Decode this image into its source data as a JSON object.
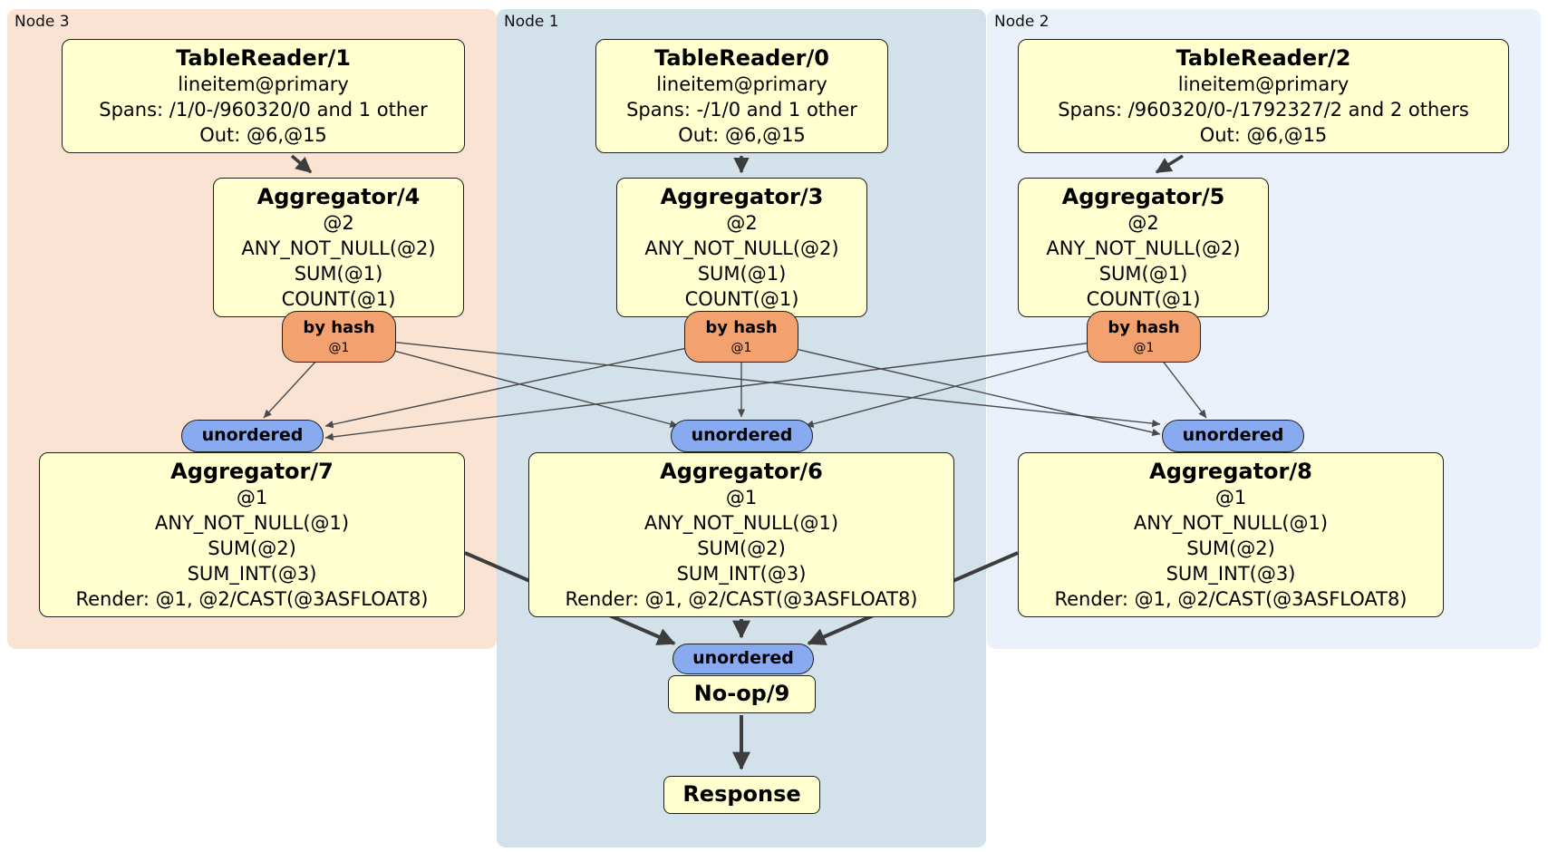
{
  "panels": [
    {
      "label": "Node 3"
    },
    {
      "label": "Node 1"
    },
    {
      "label": "Node 2"
    }
  ],
  "processors": {
    "tr1": {
      "title": "TableReader/1",
      "lines": [
        "lineitem@primary",
        "Spans: /1/0-/960320/0 and 1 other",
        "Out: @6,@15"
      ]
    },
    "tr0": {
      "title": "TableReader/0",
      "lines": [
        "lineitem@primary",
        "Spans: -/1/0 and 1 other",
        "Out: @6,@15"
      ]
    },
    "tr2": {
      "title": "TableReader/2",
      "lines": [
        "lineitem@primary",
        "Spans: /960320/0-/1792327/2 and 2 others",
        "Out: @6,@15"
      ]
    },
    "agg4": {
      "title": "Aggregator/4",
      "lines": [
        "@2",
        "ANY_NOT_NULL(@2)",
        "SUM(@1)",
        "COUNT(@1)"
      ]
    },
    "agg3": {
      "title": "Aggregator/3",
      "lines": [
        "@2",
        "ANY_NOT_NULL(@2)",
        "SUM(@1)",
        "COUNT(@1)"
      ]
    },
    "agg5": {
      "title": "Aggregator/5",
      "lines": [
        "@2",
        "ANY_NOT_NULL(@2)",
        "SUM(@1)",
        "COUNT(@1)"
      ]
    },
    "agg7": {
      "title": "Aggregator/7",
      "lines": [
        "@1",
        "ANY_NOT_NULL(@1)",
        "SUM(@2)",
        "SUM_INT(@3)",
        "Render: @1, @2/CAST(@3ASFLOAT8)"
      ]
    },
    "agg6": {
      "title": "Aggregator/6",
      "lines": [
        "@1",
        "ANY_NOT_NULL(@1)",
        "SUM(@2)",
        "SUM_INT(@3)",
        "Render: @1, @2/CAST(@3ASFLOAT8)"
      ]
    },
    "agg8": {
      "title": "Aggregator/8",
      "lines": [
        "@1",
        "ANY_NOT_NULL(@1)",
        "SUM(@2)",
        "SUM_INT(@3)",
        "Render: @1, @2/CAST(@3ASFLOAT8)"
      ]
    },
    "noop": {
      "title": "No-op/9"
    },
    "response": {
      "title": "Response"
    }
  },
  "routers": {
    "by_hash": {
      "label": "by hash",
      "sub": "@1"
    }
  },
  "synchronizers": {
    "unordered": "unordered"
  },
  "colors": {
    "node3-bg": "#fbe3d4",
    "node1-bg": "#d2e1ea",
    "node2-bg": "#ebf1fb",
    "box-fill": "#ffffd0",
    "box-border": "#1f1f1f",
    "router-fill": "#f3a26f",
    "sync-fill": "#88aaf0",
    "edge-thin": "#4a4a4a",
    "edge-thick": "#3d3d3d"
  }
}
